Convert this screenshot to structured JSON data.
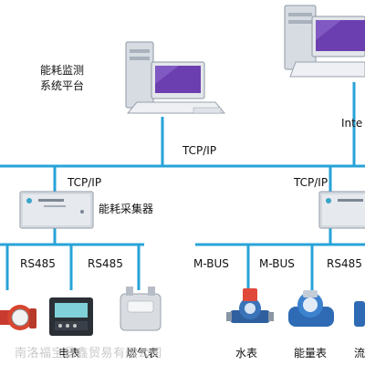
{
  "labels": {
    "platform_line1": "能耗监测",
    "platform_line2": "系统平台",
    "internet": "Inte",
    "tcpip_top": "TCP/IP",
    "tcpip_left": "TCP/IP",
    "tcpip_right": "TCP/IP",
    "collector": "能耗采集器",
    "rs485_a": "RS485",
    "rs485_b": "RS485",
    "rs485_c": "RS485",
    "mbus_a": "M-BUS",
    "mbus_b": "M-BUS",
    "electric_meter": "电表",
    "gas_meter": "燃气表",
    "water_meter": "水表",
    "energy_meter": "能量表",
    "cut_meter": "流"
  },
  "watermark": "南洛福宝昌鑫贸易有限公司",
  "colors": {
    "network_line": "#27a3d8",
    "monitor_screen": "#6b3fb0",
    "device_body": "#dfe3e8"
  },
  "icons": [
    "server-icon",
    "computer-icon",
    "collector-box-icon",
    "valve-meter-icon",
    "panel-meter-icon",
    "gas-meter-icon",
    "water-meter-icon",
    "energy-meter-icon"
  ]
}
